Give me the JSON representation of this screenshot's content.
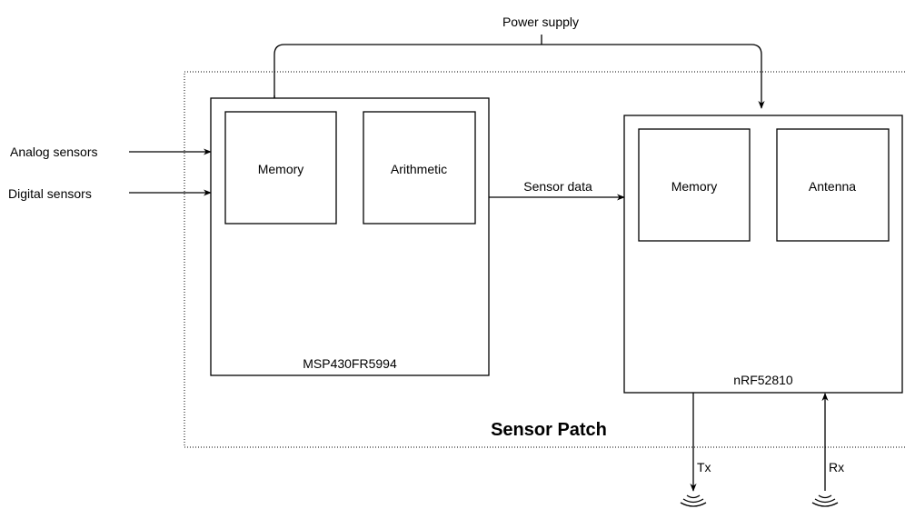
{
  "patch": {
    "title": "Sensor Patch"
  },
  "power": {
    "label": "Power supply"
  },
  "inputs": {
    "analog": "Analog sensors",
    "digital": "Digital sensors"
  },
  "mcu": {
    "name": "MSP430FR5994",
    "blocks": {
      "memory": "Memory",
      "arithmetic": "Arithmetic"
    }
  },
  "link": {
    "label": "Sensor data"
  },
  "radio": {
    "name": "nRF52810",
    "blocks": {
      "memory": "Memory",
      "antenna": "Antenna"
    }
  },
  "io": {
    "tx": "Tx",
    "rx": "Rx"
  }
}
